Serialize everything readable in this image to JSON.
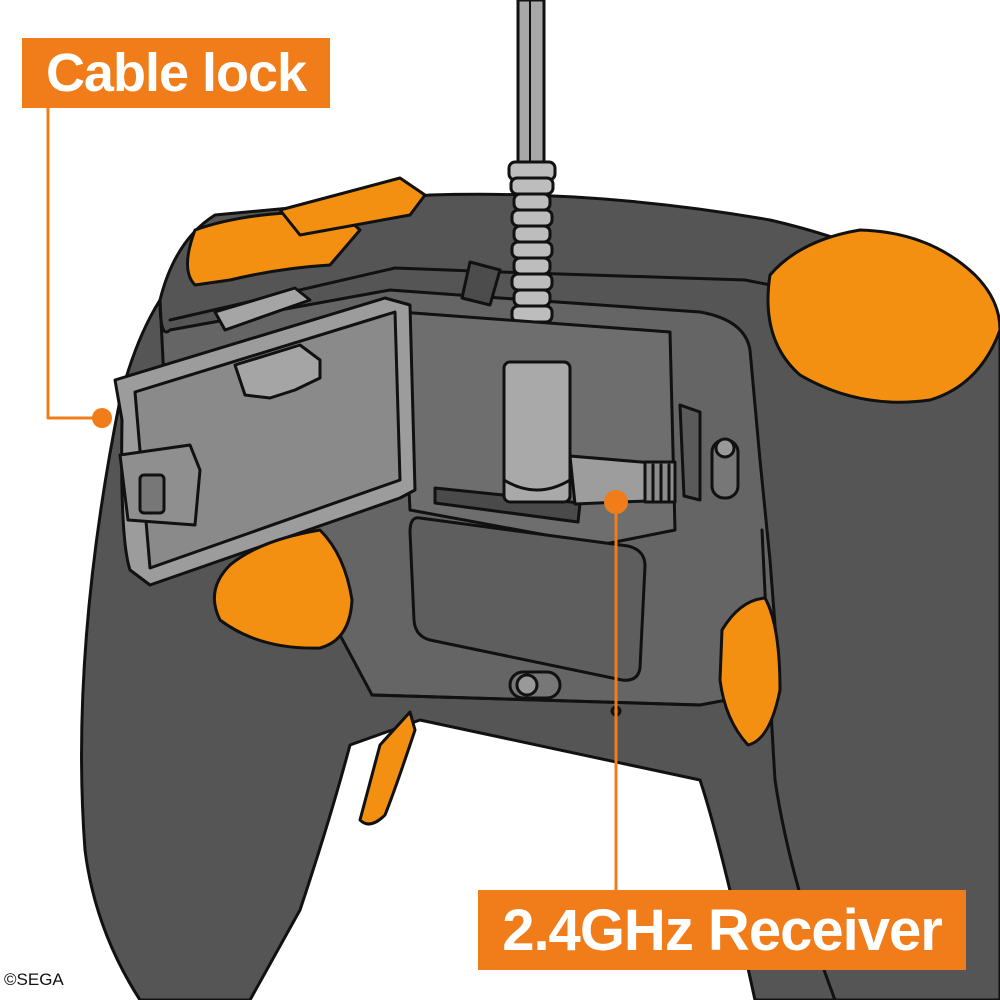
{
  "callouts": {
    "cable_lock": "Cable lock",
    "receiver": "2.4GHz Receiver"
  },
  "copyright": "©SEGA",
  "colors": {
    "accent": "#f07d1a",
    "button_orange": "#f39011",
    "body_dark": "#555555",
    "body_mid": "#666666",
    "panel_light": "#8a8a8a",
    "door_gray": "#9c9c9c",
    "receiver_gray": "#a5a5a5",
    "outline": "#111111"
  }
}
